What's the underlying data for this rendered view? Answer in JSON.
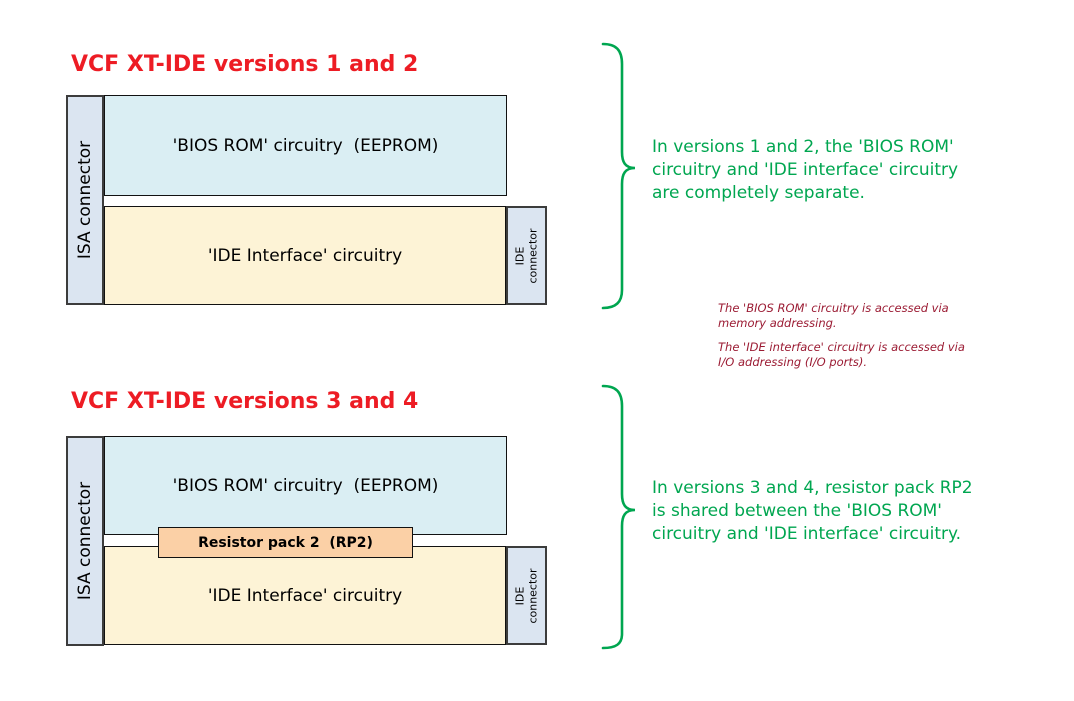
{
  "colors": {
    "background": "#ffffff",
    "title_red": "#ed1c24",
    "note_green": "#00a650",
    "footnote_dark_red": "#9b1b33",
    "connector_fill": "#dbe5f1",
    "bios_rom_fill": "#daeef3",
    "ide_interface_fill": "#fdf3d6",
    "resistor_fill": "#fbd0a6",
    "box_border": "#111111"
  },
  "sections": [
    {
      "title": "VCF XT-IDE versions 1 and 2",
      "isa_label": "ISA connector",
      "bios_label": "'BIOS ROM' circuitry  (EEPROM)",
      "ide_label": "'IDE Interface' circuitry",
      "ide_connector_label": "IDE\nconnector",
      "note": "In versions 1 and 2, the 'BIOS ROM'\ncircuitry and 'IDE interface' circuitry\nare completely separate."
    },
    {
      "title": "VCF XT-IDE versions 3 and 4",
      "isa_label": "ISA connector",
      "bios_label": "'BIOS ROM' circuitry  (EEPROM)",
      "resistor_label": "Resistor pack 2  (RP2)",
      "ide_label": "'IDE Interface' circuitry",
      "ide_connector_label": "IDE\nconnector",
      "note": "In versions 3 and 4, resistor pack RP2\nis shared between the 'BIOS ROM'\ncircuitry and 'IDE interface' circuitry."
    }
  ],
  "footnotes": [
    {
      "text": "The 'BIOS ROM' circuitry is accessed via\nmemory addressing."
    },
    {
      "text": "The 'IDE interface' circuitry is accessed via\nI/O addressing (I/O ports)."
    }
  ]
}
